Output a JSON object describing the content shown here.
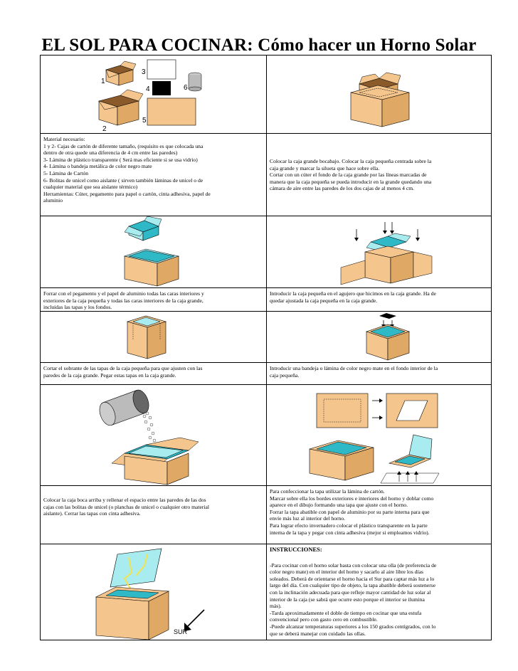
{
  "title": "EL SOL PARA COCINAR: Cómo hacer un Horno Solar",
  "numbers": [
    "1",
    "2",
    "3",
    "4",
    "5",
    "6"
  ],
  "sur_label": "SUR",
  "colors": {
    "cardboard": "#f4c58c",
    "cardboard_dark": "#e0a865",
    "lid": "#8a5a2b",
    "teal": "#2fb9c6",
    "teal_light": "#a8ecf0",
    "black": "#000000"
  },
  "rows": [
    {
      "left_lines": [
        "Material necesario:",
        "1 y 2- Cajas de cartón de diferente tamaño, (requisito es que colocada una",
        "dentro de otra quede una diferencia de 4 cm entre las paredes)",
        "3- Lámina de plástico transparente ( Será mas eficiente si se usa vidrio)",
        "4- Lámina o bandeja metálica de color negro mate",
        "5- Lámina de Cartón",
        "6- Bolitas de unicel como aislante ( sirven también láminas de unicel o de",
        "cualquier material que sea aislante térmico)",
        "Herramientas: Cúter, pegamento para papel o cartón, cinta adhesiva, papel de",
        "aluminio"
      ],
      "right_lines": [
        "Colocar la caja grande bocabajo. Colocar la caja pequeña centrada sobre la",
        "caja grande y marcar la silueta que hace sobre ella.",
        "Cortar con un cúter el fondo de la caja grande por las líneas marcadas de",
        "manera que la caja pequeña se pueda introducir en la grande quedando una",
        "cámara de aire entre las paredes de los dos cajas de al menos 4 cm."
      ]
    },
    {
      "left_lines": [
        "Forrar con el pegamento y el papel de aluminio todas las caras interiores y",
        "exteriores de la caja pequeña y todas las caras interiores de la caja grande,",
        "incluidas las tapas y los fondos."
      ],
      "right_lines": [
        "Introducir la caja pequeña en el agujero que hicimos en la caja grande. Ha de",
        "quedar ajustada la caja pequeña en la caja grande."
      ]
    },
    {
      "left_lines": [
        "Cortar el sobrante de las tapas de la caja pequeña para que ajusten con las",
        "paredes de la caja grande. Pegar estas tapas en la caja grande."
      ],
      "right_lines": [
        "Introducir una bandeja o lámina de color negro mate en el fondo interior de la",
        "caja pequeña."
      ]
    },
    {
      "left_lines": [
        "Colocar la caja boca arriba y rellenar el espacio entre las paredes de las dos",
        "cajas con las bolitas de unicel  (o planchas de unicel o cualquier otro material",
        "aislante). Cerrar las tapas con cinta adhesiva."
      ],
      "right_lines": [
        "Para confeccionar la tapa utilizar la lámina de cartón.",
        "Marcar sobre ella los bordes exteriores e interiores del horno y doblar como",
        "aparece en el dibujo formando  una tapa que ajuste con el horno.",
        "Forrar la tapa abatible con papel de aluminio por su parte interna para que",
        "envíe más luz al interior del horno.",
        " Para lograr efecto invernadero  colocar el plástico transparente en la parte",
        "interna de la tapa y pegar con cinta adhesiva (mejor si empleamos vidrio)."
      ]
    },
    {
      "heading": "INSTRUCCIONES:",
      "right_lines": [
        "-Para cocinar con el horno solar basta con colocar una olla  (de preferencia de",
        "color negro mate) en el interior del horno  y sacarlo al aire libre los días",
        "soleados. Deberá de orientarse el horno hacia el Sur para captar más luz a lo",
        "largo del día. Con cualquier  tipo de objeto, la tapa abatible deberá sostenerse",
        "con la inclinación adecuada para que refleje mayor cantidad de luz solar al",
        "interior de la caja  (se sabrá que ocurre esto porque el interior se ilumina",
        "más).",
        "-Tarda aproximadamente el doble de tiempo en cocinar que una estufa",
        "convencional pero con gasto cero en combustible.",
        "-Puede alcanzar temperaturas superiores a los 150 grados centígrados, con lo",
        "que se deberá manejar con cuidado las ollas."
      ]
    }
  ]
}
